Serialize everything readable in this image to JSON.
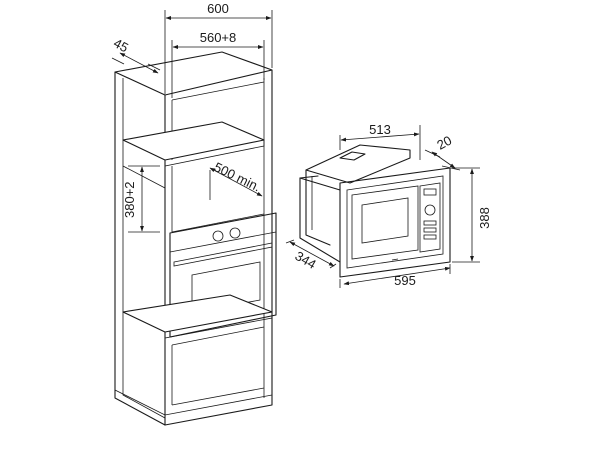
{
  "dimensions": {
    "cabinet_width": "600",
    "cabinet_inner_width": "560+8",
    "cabinet_side_depth": "45",
    "niche_height": "380+2",
    "niche_depth": "500 min.",
    "microwave_depth_top": "513",
    "microwave_frame_depth": "20",
    "microwave_height": "388",
    "microwave_side_depth": "344",
    "microwave_width": "595"
  },
  "colors": {
    "line": "#1a1a1a",
    "background": "#ffffff"
  }
}
